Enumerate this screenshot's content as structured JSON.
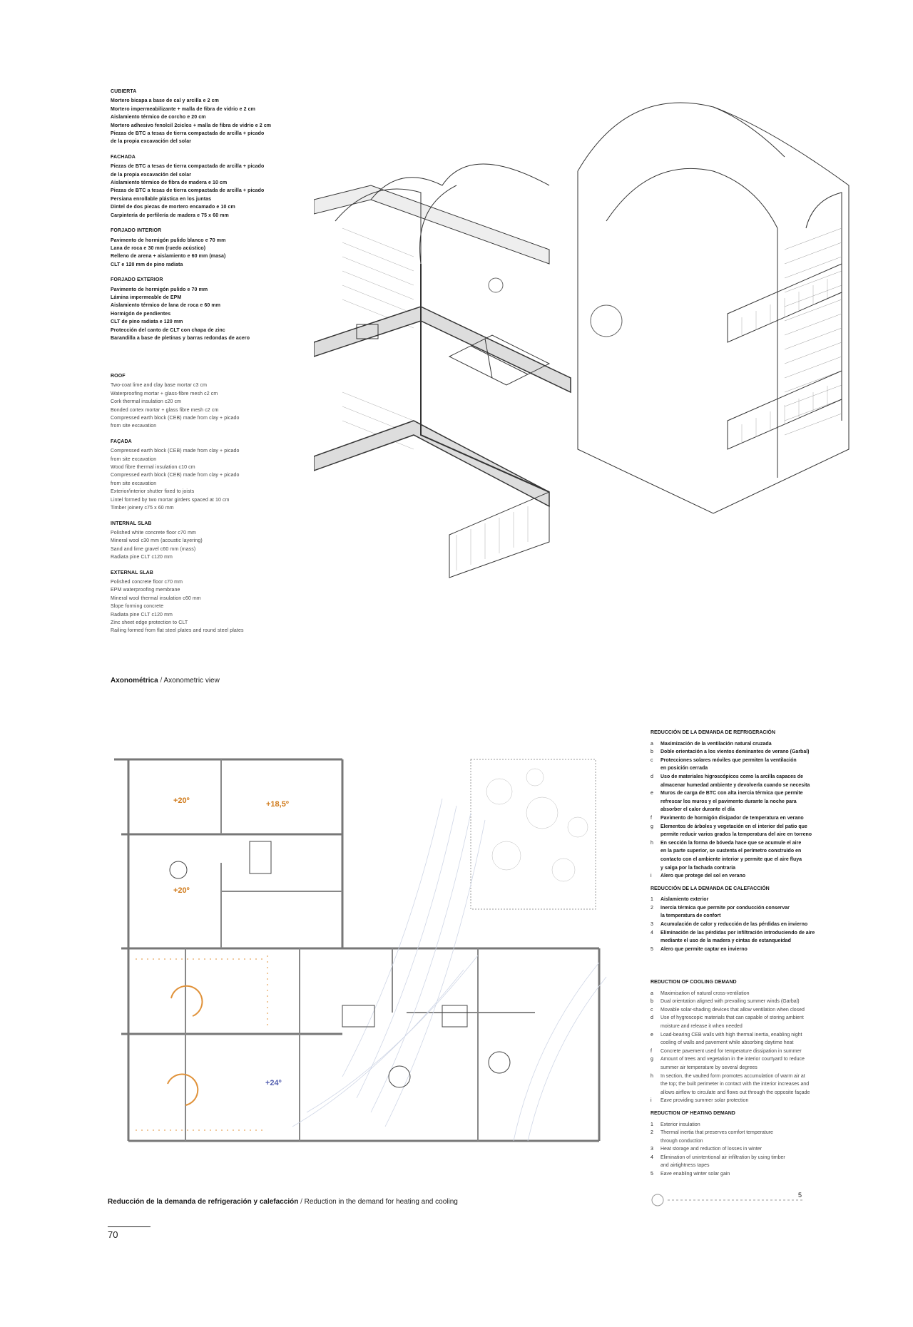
{
  "spec_es": {
    "sections": [
      {
        "heading": "CUBIERTA",
        "lines": [
          "Mortero bicapa a base de cal y arcilla e 2 cm",
          "Mortero impermeabilizante + malla de fibra de vidrio e 2 cm",
          "Aislamiento térmico de corcho e 20 cm",
          "Mortero adhesivo fenolcil 2ciclos + malla de fibra de vidrio e 2 cm",
          "Piezas de BTC a tesas de tierra compactada de arcilla + picado",
          "de la propia excavación del solar"
        ]
      },
      {
        "heading": "FACHADA",
        "lines": [
          "Piezas de BTC a tesas de tierra compactada de arcilla + picado",
          "de la propia excavación del solar",
          "Aislamiento térmico de fibra de madera e 10 cm",
          "Piezas de BTC a tesas de tierra compactada de arcilla + picado",
          "Persiana enrollable plástica en los juntas",
          "Dintel de dos piezas de mortero encamado e 10 cm",
          "Carpintería de perfilería de madera e 75 x 60 mm"
        ]
      },
      {
        "heading": "FORJADO INTERIOR",
        "lines": [
          "Pavimento de hormigón pulido blanco e 70 mm",
          "Lana de roca e 30 mm (ruedo acústico)",
          "Relleno de arena + aislamiento e 60 mm (masa)",
          "CLT e 120 mm de pino radiata"
        ]
      },
      {
        "heading": "FORJADO EXTERIOR",
        "lines": [
          "Pavimento de hormigón pulido e 70 mm",
          "Lámina impermeable de EPM",
          "Aislamiento térmico de lana de roca e 60 mm",
          "Hormigón de pendientes",
          "CLT de pino radiata e 120 mm",
          "Protección del canto de CLT con chapa de zinc",
          "Barandilla a base de pletinas y barras redondas de acero"
        ]
      }
    ]
  },
  "spec_en": {
    "sections": [
      {
        "heading": "ROOF",
        "lines": [
          "Two-coat lime and clay base mortar c3 cm",
          "Waterproofing mortar + glass-fibre mesh c2 cm",
          "Cork thermal insulation c20 cm",
          "Bonded cortex mortar + glass fibre mesh c2 cm",
          "Compressed earth block (CEB) made from clay + picado",
          "from site excavation"
        ]
      },
      {
        "heading": "FAÇADA",
        "lines": [
          "Compressed earth block (CEB) made from clay + picado",
          "from site excavation",
          "Wood fibre thermal insulation c10 cm",
          "Compressed earth block (CEB) made from clay + picado",
          "from site excavation",
          "Exterior/interior shutter fixed to joists",
          "Lintel formed by two mortar girders spaced at 10 cm",
          "Timber joinery c75 x 60 mm"
        ]
      },
      {
        "heading": "INTERNAL SLAB",
        "lines": [
          "Polished white concrete floor c70 mm",
          "Mineral wool c30 mm (acoustic layering)",
          "Sand and lime gravel c60 mm (mass)",
          "Radiata pine CLT c120 mm"
        ]
      },
      {
        "heading": "EXTERNAL SLAB",
        "lines": [
          "Polished concrete floor c70 mm",
          "EPM waterproofing membrane",
          "Mineral wool thermal insulation c60 mm",
          "Slope forming concrete",
          "Radiata pine CLT c120 mm",
          "Zinc sheet edge protection to CLT",
          "Railing formed from flat steel plates and round steel plates"
        ]
      }
    ]
  },
  "axon_caption": {
    "es": "Axonométrica",
    "sep": " / ",
    "en": "Axonometric view"
  },
  "plan_caption": {
    "es": "Reducción de la demanda de refrigeración y calefacción",
    "sep": " / ",
    "en": "Reduction in the demand for heating and cooling"
  },
  "temps": [
    "+20º",
    "+18,5º",
    "+20º",
    "+24º"
  ],
  "strategies_es": {
    "cooling_heading": "REDUCCIÓN DE LA DEMANDA DE REFRIGERACIÓN",
    "cooling": [
      {
        "n": "a",
        "t": "Maximización de la ventilación natural cruzada"
      },
      {
        "n": "b",
        "t": "Doble orientación a los vientos dominantes de verano (Garbal)"
      },
      {
        "n": "c",
        "t": "Protecciones solares móviles que permiten la ventilación"
      },
      {
        "n": "",
        "t": "en posición cerrada"
      },
      {
        "n": "d",
        "t": "Uso de materiales higroscópicos como la arcilla capaces de"
      },
      {
        "n": "",
        "t": "almacenar humedad ambiente y devolverla cuando se necesita"
      },
      {
        "n": "e",
        "t": "Muros de carga de BTC con alta inercia térmica que permite"
      },
      {
        "n": "",
        "t": "refrescar los muros y el pavimento durante la noche para"
      },
      {
        "n": "",
        "t": "absorber el calor durante el día"
      },
      {
        "n": "f",
        "t": "Pavimento de hormigón disipador de temperatura en verano"
      },
      {
        "n": "g",
        "t": "Elementos de árboles y vegetación en el interior del patio que"
      },
      {
        "n": "",
        "t": "permite reducir varios grados la temperatura del aire en torreno"
      },
      {
        "n": "h",
        "t": "En sección la forma de bóveda hace que se acumule el aire"
      },
      {
        "n": "",
        "t": "en la parte superior, se sustenta el perímetro construido en"
      },
      {
        "n": "",
        "t": "contacto con el ambiente interior y permite que el aire fluya"
      },
      {
        "n": "",
        "t": "y salga por la fachada contraria"
      },
      {
        "n": "i",
        "t": "Alero que protege del sol en verano"
      }
    ],
    "heating_heading": "REDUCCIÓN DE LA DEMANDA DE CALEFACCIÓN",
    "heating": [
      {
        "n": "1",
        "t": "Aislamiento exterior"
      },
      {
        "n": "2",
        "t": "Inercia térmica que permite por conducción conservar"
      },
      {
        "n": "",
        "t": "la temperatura de confort"
      },
      {
        "n": "3",
        "t": "Acumulación de calor y reducción de las pérdidas en invierno"
      },
      {
        "n": "4",
        "t": "Eliminación de las pérdidas por infiltración introduciendo de aire"
      },
      {
        "n": "",
        "t": "mediante el uso de la madera y cintas de estanqueidad"
      },
      {
        "n": "5",
        "t": "Alero que permite captar en invierno"
      }
    ]
  },
  "strategies_en": {
    "cooling_heading": "REDUCTION OF COOLING DEMAND",
    "cooling": [
      {
        "n": "a",
        "t": "Maximisation of natural cross-ventilation"
      },
      {
        "n": "b",
        "t": "Dual orientation aligned with prevailing summer winds (Garbal)"
      },
      {
        "n": "c",
        "t": "Movable solar-shading devices that allow ventilation when closed"
      },
      {
        "n": "d",
        "t": "Use of hygroscopic materials that can capable of storing ambient"
      },
      {
        "n": "",
        "t": "moisture and release it when needed"
      },
      {
        "n": "e",
        "t": "Load-bearing CEB walls with high thermal inertia, enabling night"
      },
      {
        "n": "",
        "t": "cooling of walls and pavement while absorbing daytime heat"
      },
      {
        "n": "f",
        "t": "Concrete pavement used for temperature dissipation in summer"
      },
      {
        "n": "g",
        "t": "Amount of trees and vegetation in the interior courtyard to reduce"
      },
      {
        "n": "",
        "t": "summer air temperature by several degrees"
      },
      {
        "n": "h",
        "t": "In section, the vaulted form promotes accumulation of warm air at"
      },
      {
        "n": "",
        "t": "the top; the built perimeter in contact with the interior increases and"
      },
      {
        "n": "",
        "t": "allows airflow to circulate and flows out through the opposite façade"
      },
      {
        "n": "i",
        "t": "Eave providing summer solar protection"
      }
    ],
    "heating_heading": "REDUCTION OF HEATING DEMAND",
    "heating": [
      {
        "n": "1",
        "t": "Exterior insulation"
      },
      {
        "n": "2",
        "t": "Thermal inertia that preserves comfort temperature"
      },
      {
        "n": "",
        "t": "through conduction"
      },
      {
        "n": "3",
        "t": "Heat storage and reduction of losses in winter"
      },
      {
        "n": "4",
        "t": "Elimination of unintentional air infiltration by using timber"
      },
      {
        "n": "",
        "t": "and airtightness tapes"
      },
      {
        "n": "5",
        "t": "Eave enabling winter solar gain"
      }
    ]
  },
  "scale_end_label": "5",
  "page_number": "70"
}
